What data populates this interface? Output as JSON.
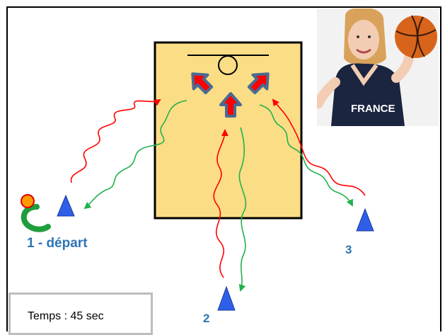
{
  "drill": {
    "start_label": "1 - départ",
    "station2_label": "2",
    "station3_label": "3",
    "timer_label": "Temps : 45 sec",
    "photo_jersey_text": "FRANCE"
  },
  "colors": {
    "court_fill": "#FBDD86",
    "cone_blue": "#2F5FE8",
    "outbound_arrow": "#FF0000",
    "return_arrow": "#22B14C",
    "label_blue": "#2E75B6",
    "shot_arrow_outline": "#4A6A92"
  }
}
